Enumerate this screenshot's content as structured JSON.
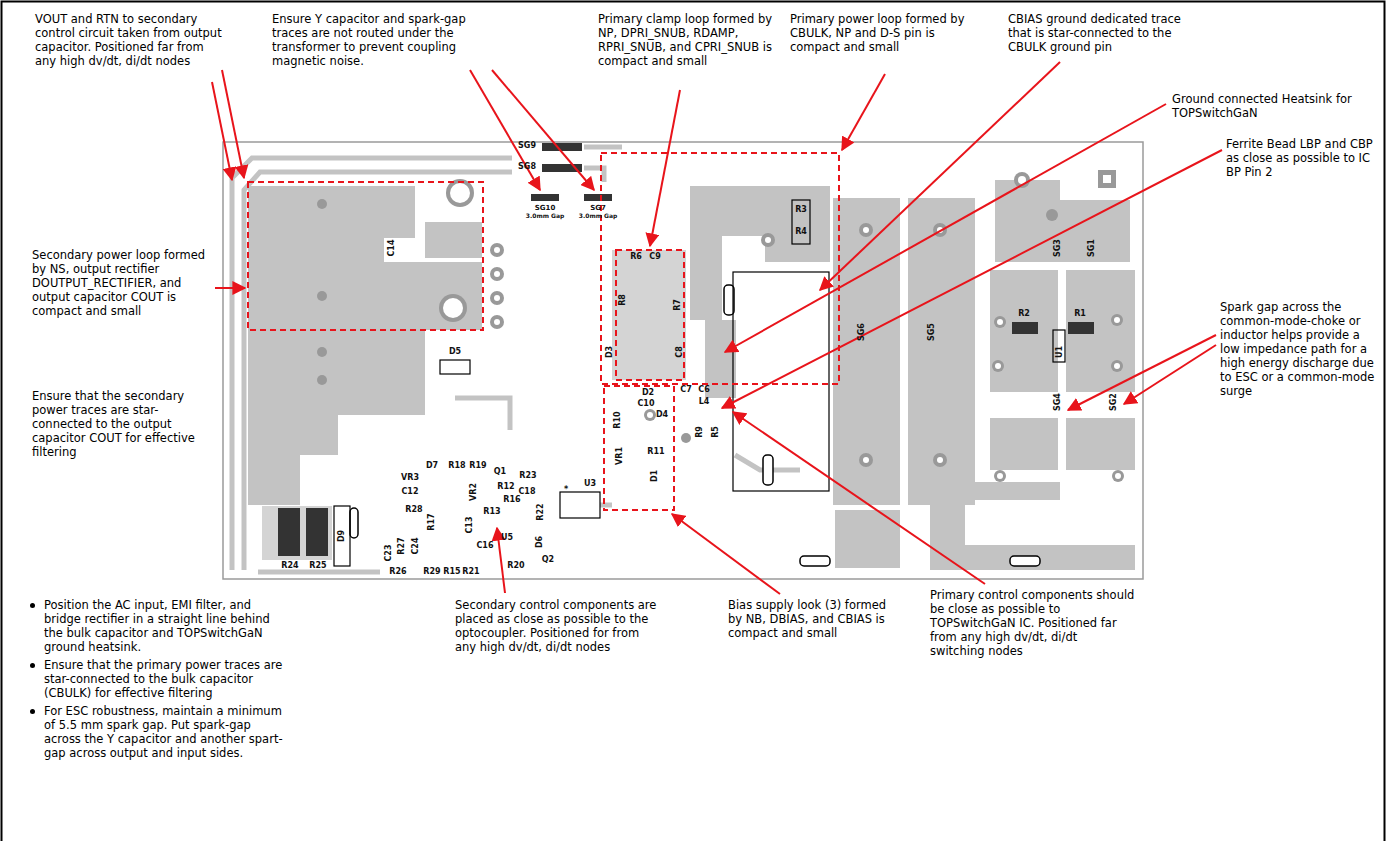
{
  "diagram": {
    "labels": [
      "VOUT and RTN to secondary control circuit taken from output capacitor. Positioned far from any high dv/dt, di/dt nodes",
      "Ensure Y capacitor and spark-gap traces are not routed under the transformer to prevent coupling magnetic noise.",
      "Primary clamp loop formed by NP, DPRI_SNUB, RDAMP, RPRI_SNUB, and CPRI_SNUB is compact and small",
      "Primary power loop formed by CBULK, NP and D-S pin is compact and small",
      "CBIAS ground dedicated trace that is star-connected to the CBULK ground pin",
      "Ground connected Heatsink for TOPSwitchGaN",
      "Ferrite Bead LBP and CBP as close as possible to IC BP Pin 2",
      "Secondary power loop formed by NS, output rectifier DOUTPUT_RECTIFIER, and output capacitor COUT is compact and small",
      "Spark gap across the common-mode-choke or inductor helps provide a low impedance path for a high energy discharge due to ESC or a common-mode surge",
      "Ensure that the secondary power traces are star-connected to the output capacitor COUT for effective filtering",
      "Secondary control components are placed as close as possible to the optocoupler. Positioned for from any high dv/dt, di/dt nodes",
      "Bias supply look (3) formed by NB, DBIAS, and CBIAS is compact and small",
      "Primary control components should be close as possible to TOPSwitchGaN IC. Positioned far from any high dv/dt, di/dt switching nodes",
      "Position the AC input, EMI filter, and bridge rectifier in a straight line behind the bulk capacitor and TOPSwitchGaN ground heatsink.",
      "Ensure that the primary power traces are star-connected to the bulk capacitor (CBULK) for effective filtering",
      "For ESC robustness, maintain a minimum of 5.5 mm spark gap. Put spark-gap across the Y capacitor and another spart-gap across output and input sides.",
      "SG9",
      "SG8",
      "SG10",
      "3.0mm Gap",
      "SG7",
      "3.0mm Gap",
      "C14",
      "R3",
      "R4",
      "R6",
      "C9",
      "R8",
      "R7",
      "D3",
      "C8",
      "D2",
      "C7",
      "C6",
      "C10",
      "D4",
      "R10",
      "VR1",
      "L4",
      "R9",
      "R5",
      "R11",
      "D1",
      "U3",
      "*",
      "D5",
      "D7",
      "R18",
      "R19",
      "Q1",
      "R23",
      "VR3",
      "VR2",
      "R12",
      "C12",
      "R28",
      "R17",
      "C13",
      "R27",
      "C24",
      "C23",
      "R26",
      "R29",
      "R15",
      "R21",
      "R13",
      "R16",
      "C18",
      "R22",
      "C16",
      "U5",
      "R20",
      "Q2",
      "D6",
      "D9",
      "R24",
      "R25",
      "SG6",
      "SG5",
      "SG3",
      "SG1",
      "R2",
      "R1",
      "U1",
      "SG4",
      "SG2"
    ]
  }
}
